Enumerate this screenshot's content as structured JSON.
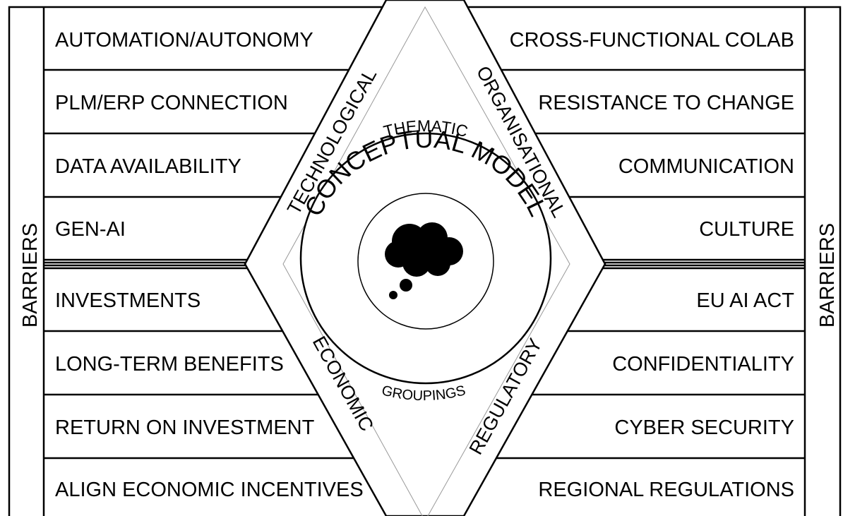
{
  "side_label_left": "BARRIERS",
  "side_label_right": "BARRIERS",
  "left_rows": [
    "AUTOMATION/AUTONOMY",
    "PLM/ERP CONNECTION",
    "DATA AVAILABILITY",
    "GEN-AI",
    "INVESTMENTS",
    "LONG-TERM BENEFITS",
    "RETURN ON INVESTMENT",
    "ALIGN ECONOMIC INCENTIVES"
  ],
  "right_rows": [
    "CROSS-FUNCTIONAL COLAB",
    "RESISTANCE TO CHANGE",
    "COMMUNICATION",
    "CULTURE",
    "EU AI ACT",
    "CONFIDENTIALITY",
    "CYBER SECURITY",
    "REGIONAL REGULATIONS"
  ],
  "categories": {
    "technological": "TECHNOLOGICAL",
    "organisational": "ORGANISATIONAL",
    "economic": "ECONOMIC",
    "regulatory": "REGULATORY"
  },
  "center": {
    "thematic": "THEMATIC",
    "title": "CONCEPTUAL MODEL",
    "groupings": "GROUPINGS",
    "icon": "thought-cloud-icon"
  }
}
